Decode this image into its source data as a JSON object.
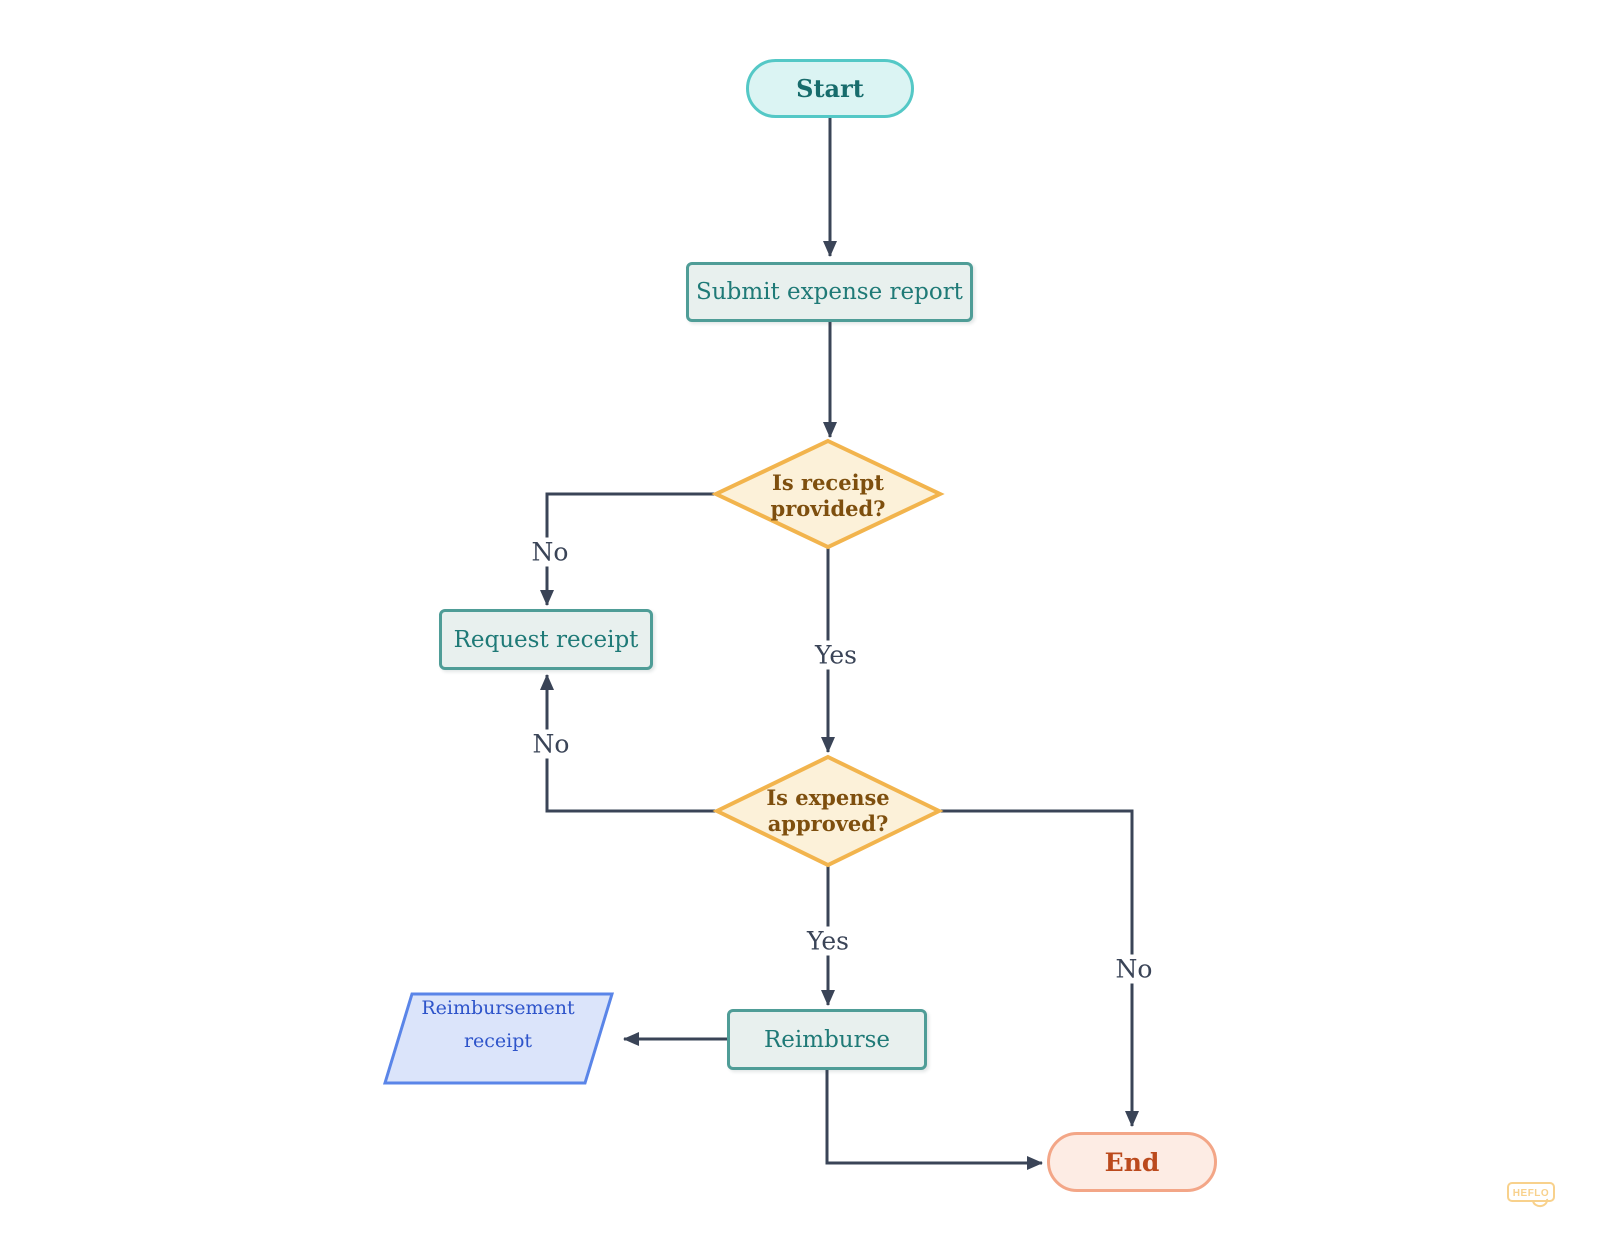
{
  "nodes": {
    "start": "Start",
    "submit": "Submit expense report",
    "receipt_decision": "Is receipt provided?",
    "request_receipt": "Request receipt",
    "approval_decision": "Is expense approved?",
    "reimburse": "Reimburse",
    "reimbursement_receipt": "Reimbursement receipt",
    "end": "End"
  },
  "edges": {
    "receipt_no": "No",
    "receipt_yes": "Yes",
    "approval_no": "No",
    "approval_yes": "Yes",
    "approval_no_right": "No"
  },
  "watermark": "HEFLO",
  "colors": {
    "arrow": "#3a4457",
    "start_fill": "#dbf4f3",
    "start_border": "#54c8c6",
    "start_text": "#176c6c",
    "process_fill": "#e8f0ee",
    "process_border": "#4f9d97",
    "process_text": "#1f7a77",
    "decision_fill": "#fcf1d9",
    "decision_border": "#f2b44d",
    "decision_text": "#7e4f0e",
    "data_fill": "#dbe4fa",
    "data_border": "#5a85e8",
    "data_text": "#2e54ca",
    "end_fill": "#fdece4",
    "end_border": "#f3a687",
    "end_text": "#bb4a1d",
    "watermark": "#f8d18c"
  }
}
